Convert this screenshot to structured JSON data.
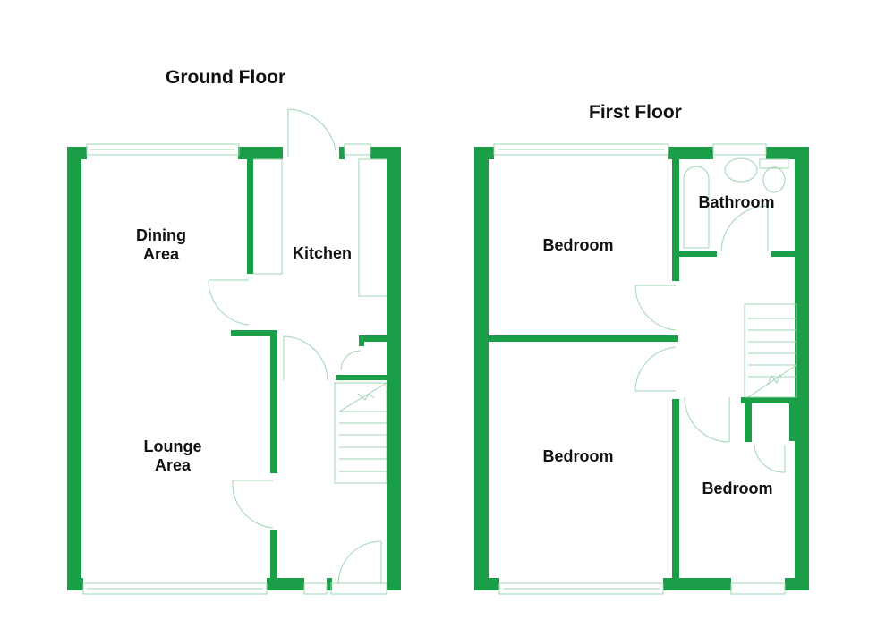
{
  "colors": {
    "wall": "#1a9e48",
    "fixture": "#9fd4b0",
    "text": "#111111",
    "background": "#ffffff"
  },
  "ground_floor": {
    "title": "Ground Floor",
    "rooms": [
      {
        "name": "Dining\nArea"
      },
      {
        "name": "Kitchen"
      },
      {
        "name": "Lounge\nArea"
      }
    ]
  },
  "first_floor": {
    "title": "First Floor",
    "rooms": [
      {
        "name": "Bathroom"
      },
      {
        "name": "Bedroom"
      },
      {
        "name": "Bedroom"
      },
      {
        "name": "Bedroom"
      }
    ]
  }
}
